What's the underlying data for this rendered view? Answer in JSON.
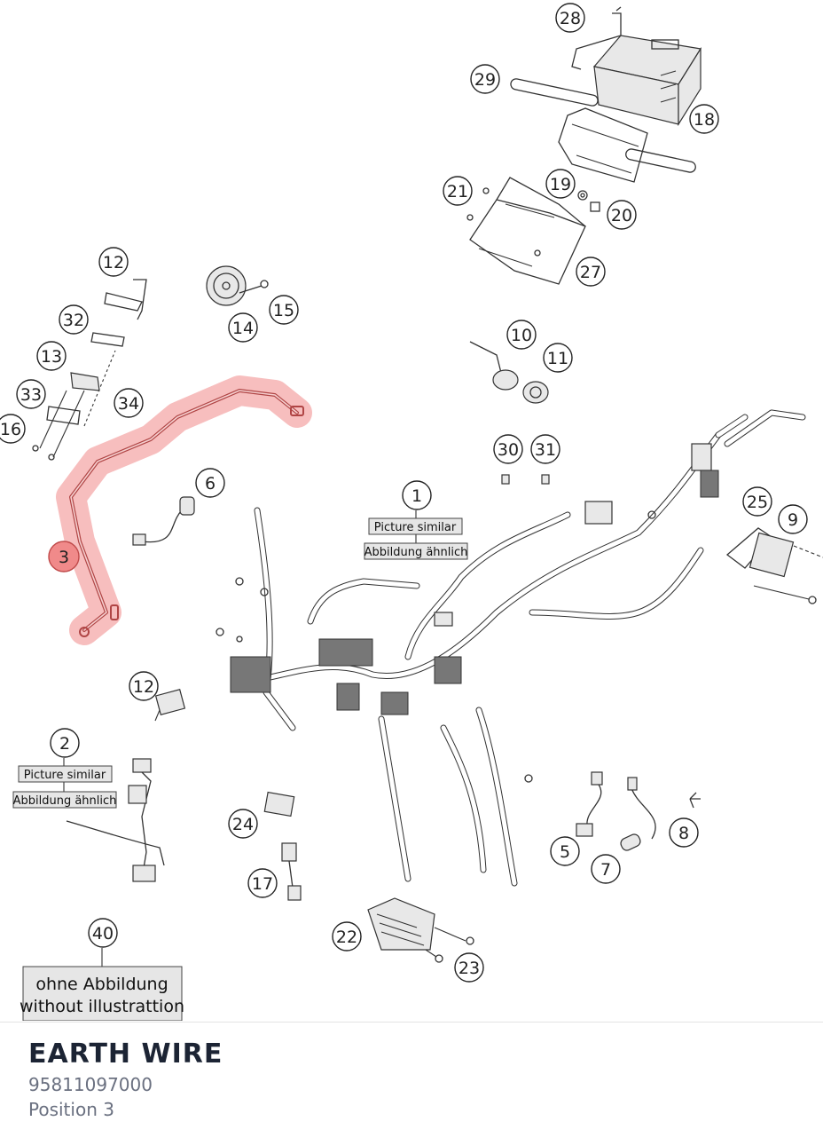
{
  "product": {
    "title": "EARTH WIRE",
    "part_number": "95811097000",
    "position": "Position 3"
  },
  "diagram": {
    "highlight_color": "#f08a8a",
    "highlighted_callout": "3",
    "note_labels": {
      "picture_similar": "Picture similar",
      "abbildung_aehnlich": "Abbildung ähnlich",
      "ohne_abbildung": "ohne Abbildung",
      "without_illustration": "without illustrattion"
    },
    "callouts": {
      "c1": "1",
      "c2": "2",
      "c3": "3",
      "c5": "5",
      "c6": "6",
      "c7": "7",
      "c8": "8",
      "c9": "9",
      "c10": "10",
      "c11": "11",
      "c12a": "12",
      "c12b": "12",
      "c13": "13",
      "c14": "14",
      "c15": "15",
      "c16": "16",
      "c17": "17",
      "c18": "18",
      "c19": "19",
      "c20": "20",
      "c21": "21",
      "c22": "22",
      "c23": "23",
      "c24": "24",
      "c25": "25",
      "c27": "27",
      "c28": "28",
      "c29": "29",
      "c30": "30",
      "c31": "31",
      "c32": "32",
      "c33": "33",
      "c34": "34",
      "c40": "40"
    }
  }
}
